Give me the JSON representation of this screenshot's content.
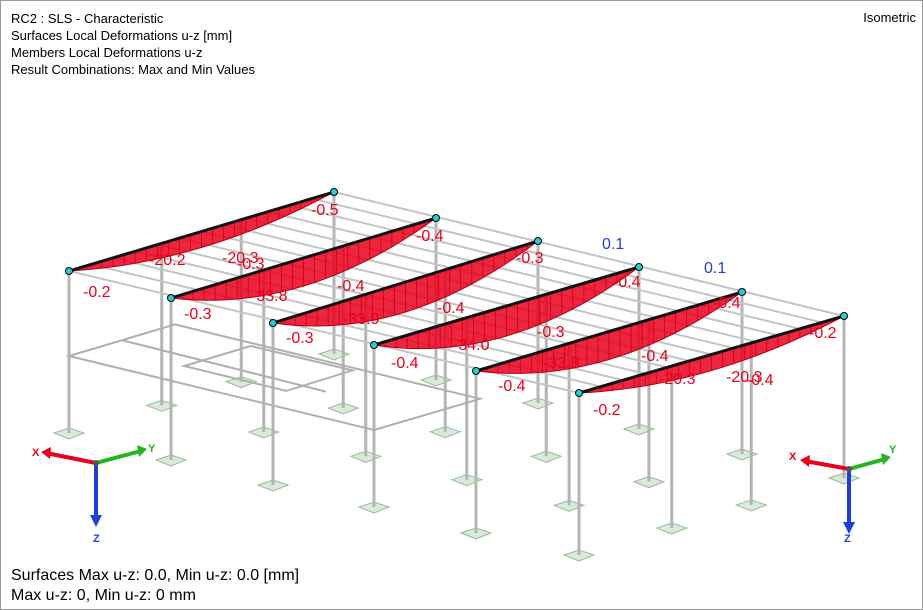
{
  "header": {
    "line1": "RC2 : SLS - Characteristic",
    "line2": "Surfaces Local Deformations u-z [mm]",
    "line3": "Members Local Deformations u-z",
    "line4": "Result Combinations: Max and Min Values"
  },
  "view_name": "Isometric",
  "footer": {
    "line1": "Surfaces Max u-z: 0.0, Min u-z: 0.0 [mm]",
    "line2": "Max u-z: 0, Min u-z: 0 mm"
  },
  "colors": {
    "diagram_fill": "#e8001c",
    "blue_value": "#1f3fd8",
    "axis_x": "#e8001c",
    "axis_y": "#22b422",
    "axis_z": "#1f3fd8"
  },
  "values_red": [
    "-0.2",
    "-20.2",
    "-20.3",
    "-0.3",
    "-33.8",
    "-0.3",
    "-33.9",
    "-0.4",
    "-34.0",
    "-0.4",
    "-33.8",
    "-0.2",
    "-20.3",
    "-20.3",
    "-0.2",
    "-0.5",
    "-0.4",
    "-0.3",
    "-0.4",
    "-0.4",
    "-0.3",
    "-0.4",
    "-0.4",
    "-0.3",
    "-0.4",
    "-0.4"
  ],
  "values_blue": [
    "0.1",
    "0.1"
  ],
  "axes_left": {
    "x": "X",
    "y": "Y",
    "z": "Z"
  },
  "axes_right": {
    "x": "X",
    "y": "Y",
    "z": "Z"
  }
}
